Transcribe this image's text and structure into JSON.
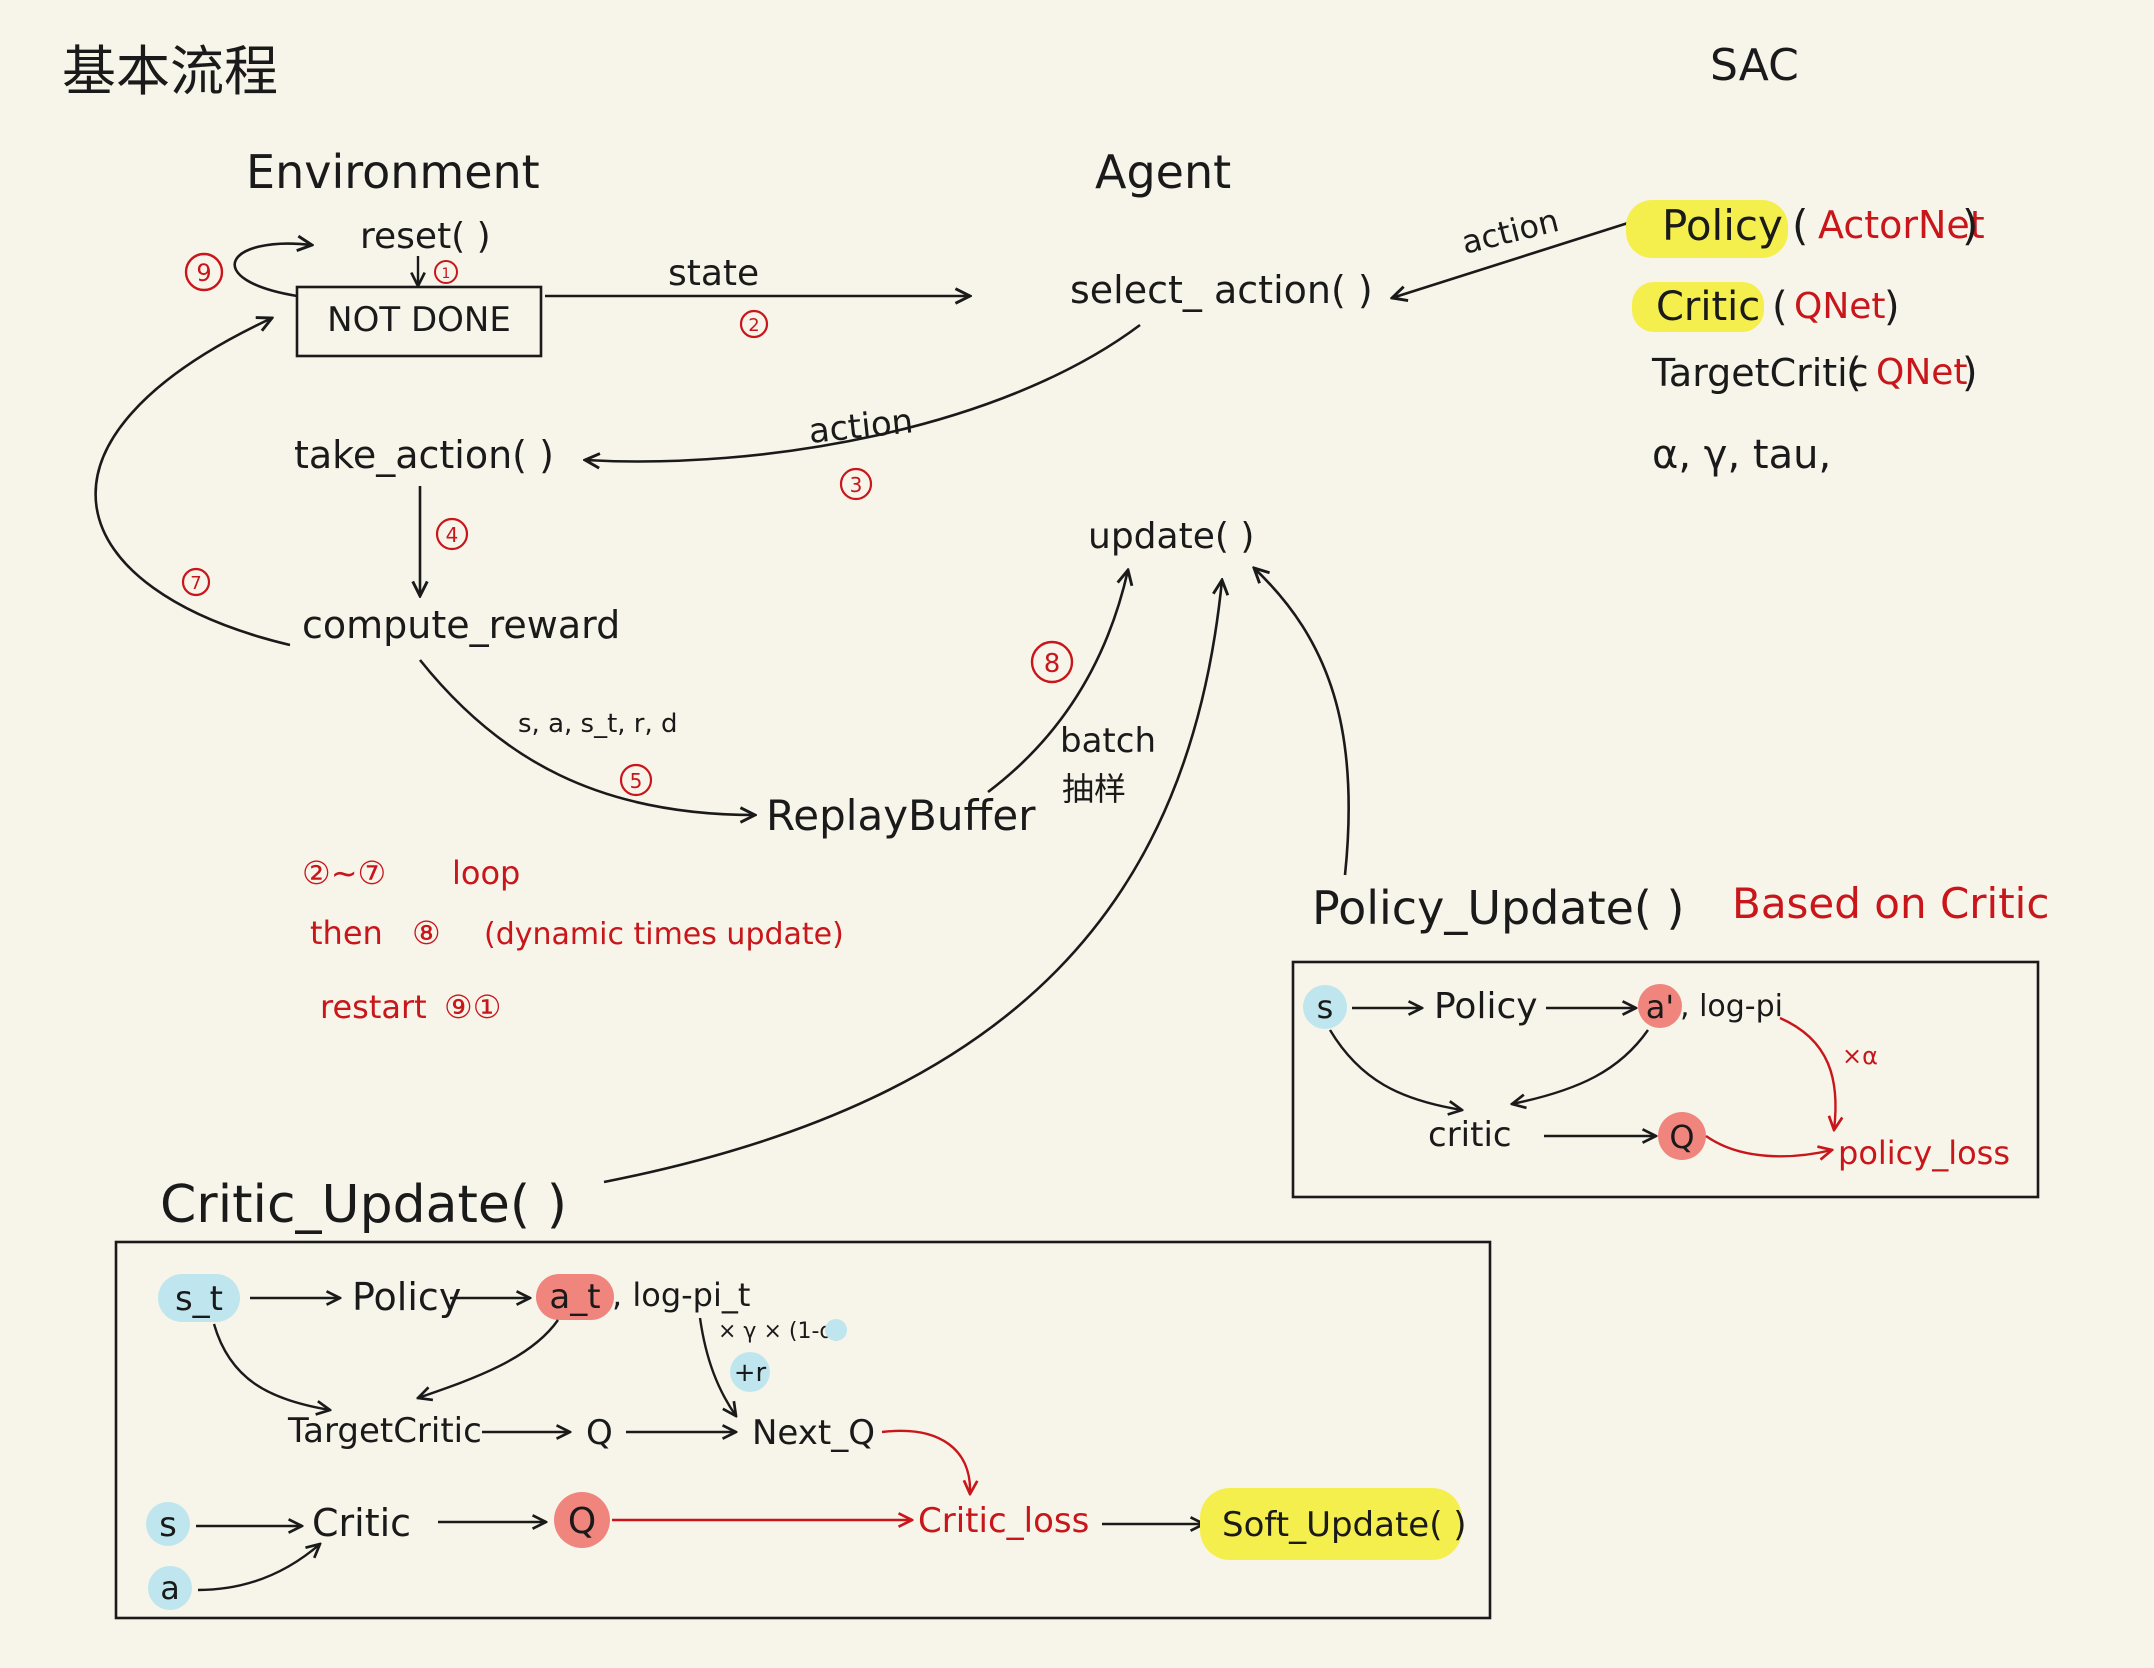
{
  "colors": {
    "background": "#f7f4e9",
    "ink": "#1a1a1a",
    "red": "#c8161b",
    "yellow": "#f5ef4e",
    "cyan": "#bfe6ee",
    "salmon": "#f0857d"
  },
  "header": {
    "title": "基本流程",
    "sac": "SAC"
  },
  "env": {
    "title": "Environment",
    "reset": "reset( )",
    "not_done": "NOT DONE",
    "take_action": "take_action( )",
    "compute_reward": "compute_reward"
  },
  "agent": {
    "title": "Agent",
    "select_action": "select_ action( )",
    "update": "update( )"
  },
  "flow": {
    "state": "state",
    "action": "action",
    "action2": "action",
    "tuple": "s, a, s_t, r, d",
    "replay_buffer": "ReplayBuffer",
    "batch": "batch",
    "batch_cn": "抽样"
  },
  "steps": {
    "s1": "1",
    "s2": "2",
    "s3": "3",
    "s4": "4",
    "s5": "5",
    "s7": "7",
    "s8": "8",
    "s9": "9"
  },
  "notes": {
    "loop_pre": "②~⑦",
    "loop": "loop",
    "then": "then",
    "then_num": "⑧",
    "then_desc": "(dynamic times update)",
    "restart": "restart",
    "restart_nums": "⑨①"
  },
  "sac_components": {
    "policy": "Policy",
    "policy_net": "ActorNet",
    "critic": "Critic",
    "critic_net": "QNet",
    "target_critic": "TargetCritic",
    "target_net": "QNet",
    "params": "α, γ, tau,"
  },
  "policy_update": {
    "title": "Policy_Update( )",
    "based_on": "Based on Critic",
    "s": "s",
    "policy": "Policy",
    "a_prime": "a'",
    "log_pi": ", log-pi",
    "critic": "critic",
    "q": "Q",
    "alpha_mult": "×α",
    "policy_loss": "policy_loss"
  },
  "critic_update": {
    "title": "Critic_Update( )",
    "s_t": "s_t",
    "policy": "Policy",
    "a_t": "a_t",
    "log_pi_t": ", log-pi_t",
    "factor": "× γ × (1-d)",
    "plus_r": "+r",
    "target_critic": "TargetCritic",
    "q1": "Q",
    "next_q": "Next_Q",
    "s": "s",
    "a": "a",
    "critic": "Critic",
    "q2": "Q",
    "critic_loss": "Critic_loss",
    "soft_update": "Soft_Update( )"
  }
}
